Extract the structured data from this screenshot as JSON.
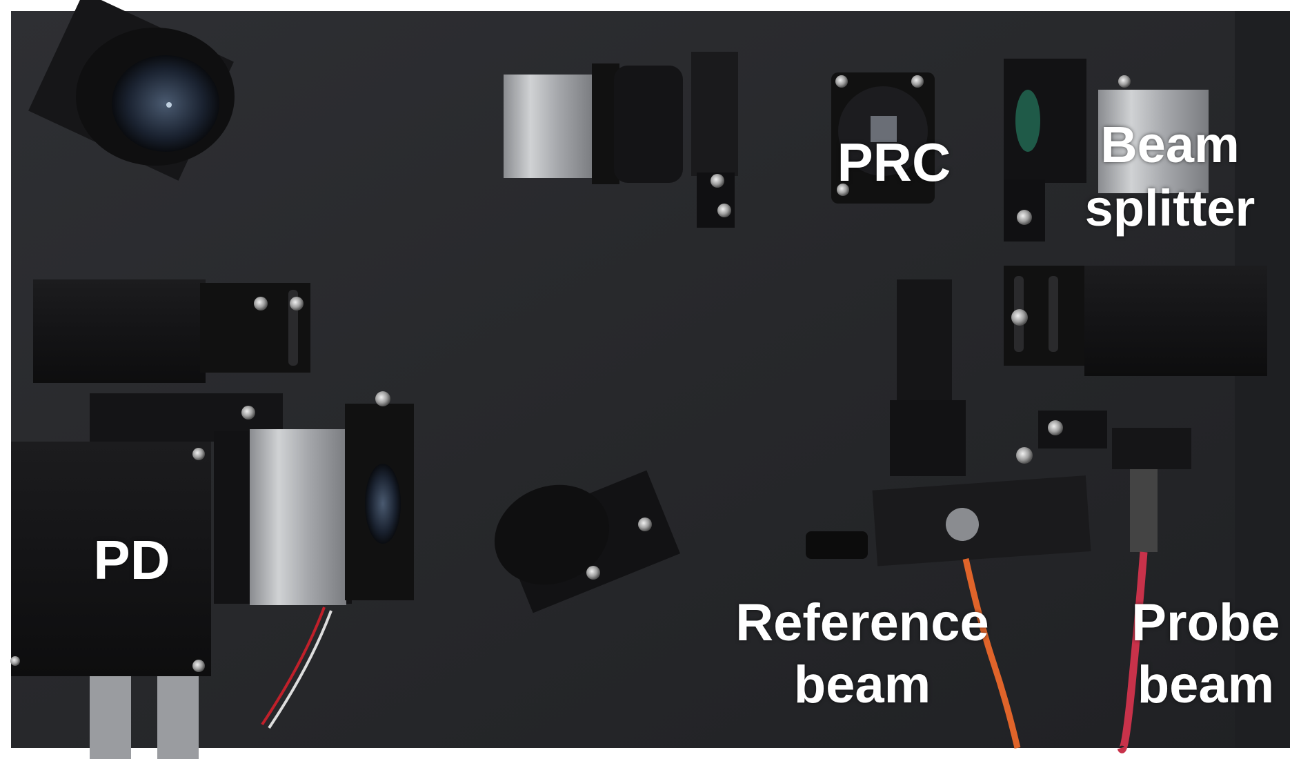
{
  "labels": {
    "prc": "PRC",
    "beam_splitter_line1": "Beam",
    "beam_splitter_line2": "splitter",
    "pd": "PD",
    "reference_line1": "Reference",
    "reference_line2": "beam",
    "probe_line1": "Probe",
    "probe_line2": "beam"
  },
  "colors": {
    "breadboard": "#2a2b2e",
    "label_text": "#ffffff",
    "reference_fiber": "#e0642a",
    "probe_fiber": "#c8324a"
  }
}
